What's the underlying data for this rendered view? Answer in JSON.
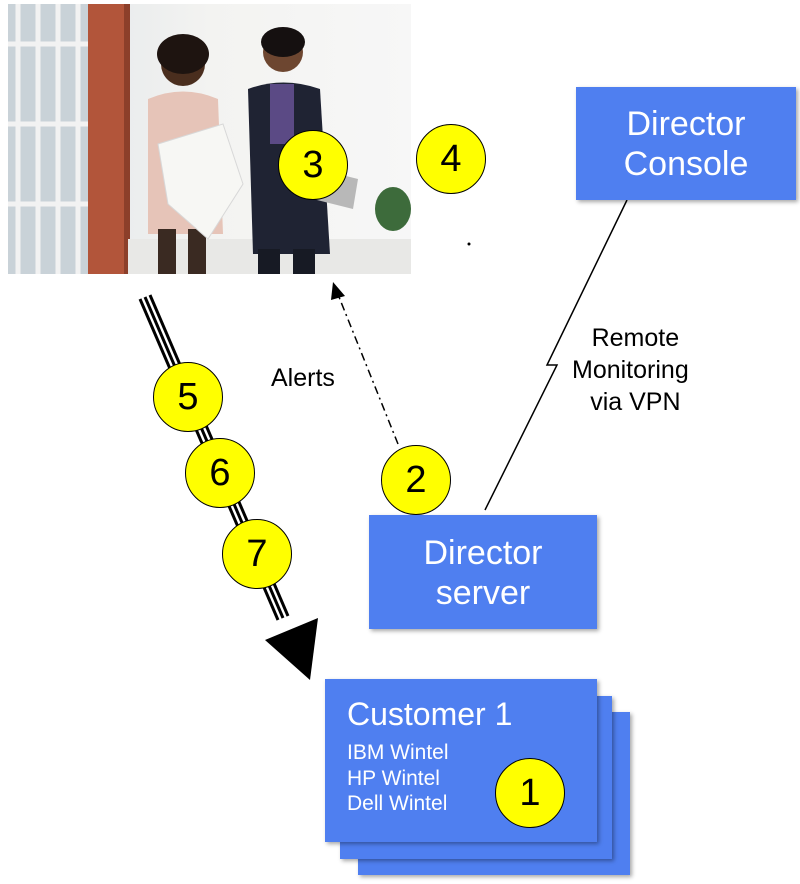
{
  "photo": {
    "description_icon": "business-people-photo"
  },
  "director_console": {
    "line1": "Director",
    "line2": "Console"
  },
  "director_server": {
    "line1": "Director",
    "line2": "server"
  },
  "customer": {
    "title": "Customer 1",
    "items": [
      "IBM Wintel",
      "HP Wintel",
      "Dell Wintel"
    ]
  },
  "labels": {
    "alerts": "Alerts",
    "remote_line1": "Remote",
    "remote_line2": "Monitoring",
    "remote_line3": "via VPN"
  },
  "steps": [
    "1",
    "2",
    "3",
    "4",
    "5",
    "6",
    "7"
  ],
  "colors": {
    "box": "#4f7ff0",
    "step_fill": "#ffff00"
  }
}
